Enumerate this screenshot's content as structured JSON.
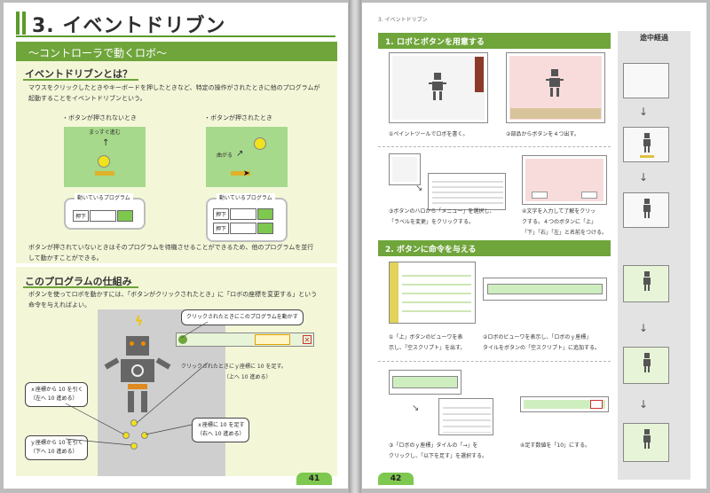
{
  "left": {
    "page_title": "3. イベントドリブン",
    "subtitle": "〜コントローラで動くロボ〜",
    "section1": {
      "heading": "イベントドリブンとは？",
      "intro": [
        "マウスをクリックしたときやキーボードを押したときなど、特定の操作がされたときに他のプログラムが",
        "起動することをイベントドリブンという。"
      ],
      "case_not_pressed": "・ボタンが押されないとき",
      "case_pressed": "・ボタンが押されたとき",
      "go_straight": "まっすぐ進む",
      "turn": "曲がる",
      "running_program": "動いているプログラム",
      "block_label": "押下",
      "summary": [
        "ボタンが押されていないときはそのプログラムを待機させることができるため、他のプログラムを並行",
        "して動かすことができる。"
      ]
    },
    "section2": {
      "heading": "このプログラムの仕組み",
      "intro": [
        "ボタンを使ってロボを動かすには、「ボタンがクリックされたとき」に「ロボの座標を変更する」という",
        "命令を与えればよい。"
      ],
      "callout_click": "クリックされたときにこのプログラムを動かす",
      "callout_y_add": [
        "クリックされたときにｙ座標に 10 を足す。",
        "（上へ 10 進める）"
      ],
      "callout_x_sub": [
        "ｘ座標から 10 を引く",
        "（左へ 10 進める）"
      ],
      "callout_y_sub": [
        "ｙ座標から 10 を引く",
        "（下へ 10 進める）"
      ],
      "callout_x_add": [
        "ｘ座標に 10 を足す",
        "（右へ 10 進める）"
      ]
    },
    "page_number": "41"
  },
  "right": {
    "running_head": "3. イベントドリブン",
    "progress_heading": "途中経過",
    "section1": {
      "title": "1. ロボとボタンを用意する",
      "cap1": "①ペイントツールでロボを書く。",
      "cap2": "②部品からボタンを４つ出す。",
      "cap3": [
        "③ボタンのハロから「メニュー」を選択し、",
        "「ラベルを変更」をクリックする。"
      ],
      "cap4": [
        "④文字を入力して了解をクリッ",
        "クする。４つのボタンに「上」",
        "「下」「右」「左」と名前をつける。"
      ]
    },
    "section2": {
      "title": "2. ボタンに命令を与える",
      "cap1": [
        "①「上」ボタンのビューワを表",
        "示し、「空スクリプト」を出す。"
      ],
      "cap2": [
        "②ロボのビューワを表示し、「ロボのｙ座標」",
        "タイルをボタンの「空スクリプト」に追加する。"
      ],
      "cap3": [
        "③「ロボのｙ座標」タイルの「→」を",
        "クリックし、「以下を足す」を選択する。"
      ],
      "cap4": "④足す数値を「10」にする。"
    },
    "page_number": "42"
  }
}
